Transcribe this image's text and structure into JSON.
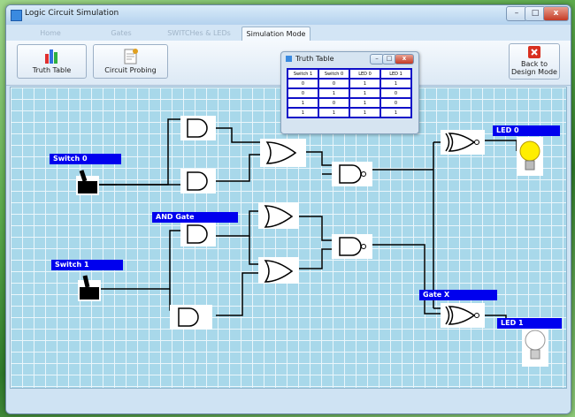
{
  "window": {
    "title": "Logic Circuit Simulation",
    "min": "–",
    "max": "□",
    "close": "x"
  },
  "tabs": [
    "Home",
    "Gates",
    "SWITCHes  &  LEDs",
    "Simulation Mode"
  ],
  "toolbar": {
    "truth_table": "Truth Table",
    "circuit_probing": "Circuit Probing",
    "back_line1": "Back to",
    "back_line2": "Design Mode"
  },
  "truth_table": {
    "title": "Truth Table",
    "headers": [
      "Switch 1",
      "Switch 0",
      "LED 0",
      "LED 1"
    ],
    "rows": [
      [
        "0",
        "0",
        "1",
        "1"
      ],
      [
        "0",
        "1",
        "1",
        "0"
      ],
      [
        "1",
        "0",
        "1",
        "0"
      ],
      [
        "1",
        "1",
        "1",
        "1"
      ]
    ]
  },
  "labels": {
    "switch0": "Switch 0",
    "switch1": "Switch 1",
    "and_gate": "AND Gate",
    "gate_x": "Gate X",
    "led0": "LED 0",
    "led1": "LED 1"
  },
  "colors": {
    "label_bg": "#0000ee",
    "grid_bg": "#a8d8ea",
    "led_on": "#ffee00",
    "led_off": "#ffffff"
  }
}
